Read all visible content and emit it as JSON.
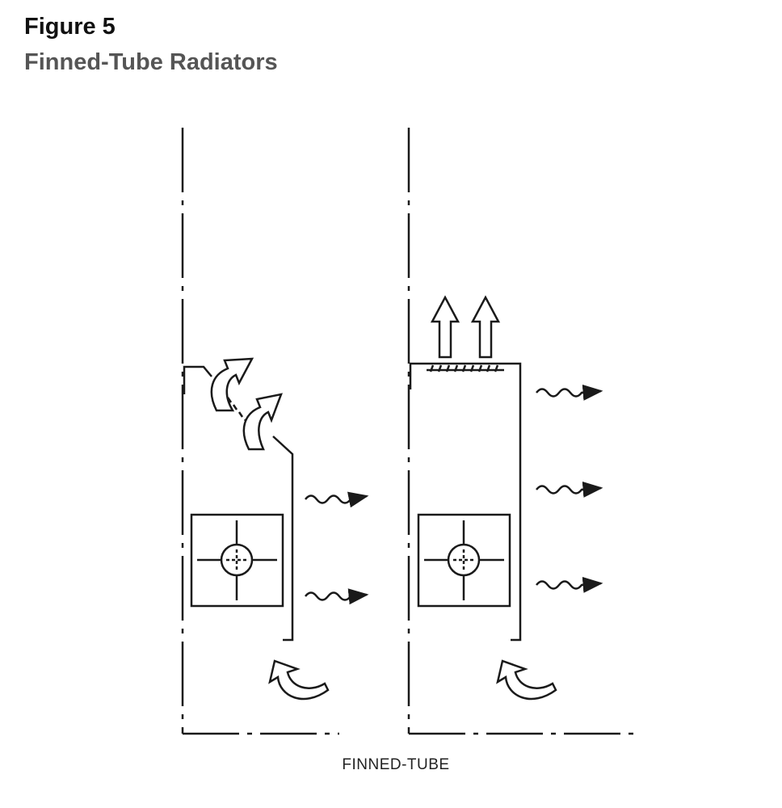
{
  "figure": {
    "label": "Figure 5",
    "title": "Finned-Tube Radiators"
  },
  "diagram": {
    "caption": "FINNED-TUBE",
    "panels": [
      "left-unit",
      "right-unit"
    ],
    "colors": {
      "stroke": "#1a1a1a",
      "background": "#ffffff"
    }
  }
}
